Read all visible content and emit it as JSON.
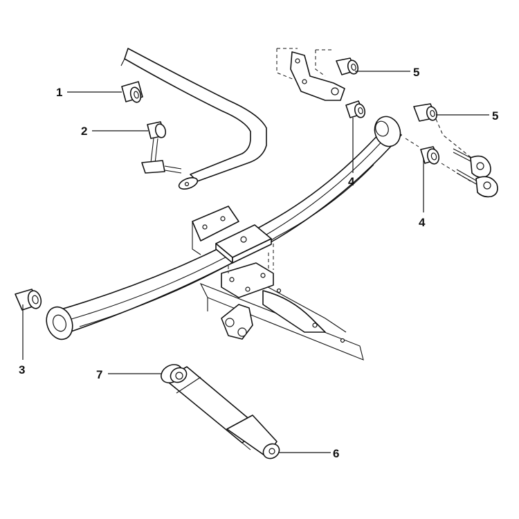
{
  "callouts": {
    "c1": "1",
    "c2": "2",
    "c3": "3",
    "c4a": "4",
    "c4b": "4",
    "c5a": "5",
    "c5b": "5",
    "c6": "6",
    "c7": "7"
  },
  "colors": {
    "line": "#111111",
    "background": "#ffffff"
  }
}
